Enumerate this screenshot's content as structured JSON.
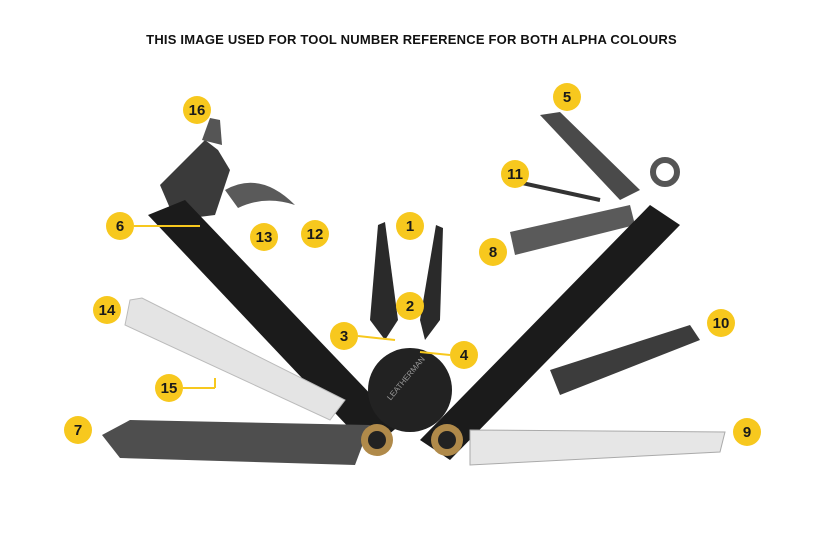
{
  "title": "THIS IMAGE USED FOR TOOL NUMBER REFERENCE FOR BOTH ALPHA COLOURS",
  "brand_mark": "LEATHERMAN",
  "badge_color": "#f7c81e",
  "labels": [
    "1",
    "2",
    "3",
    "4",
    "5",
    "6",
    "7",
    "8",
    "9",
    "10",
    "11",
    "12",
    "13",
    "14",
    "15",
    "16"
  ]
}
